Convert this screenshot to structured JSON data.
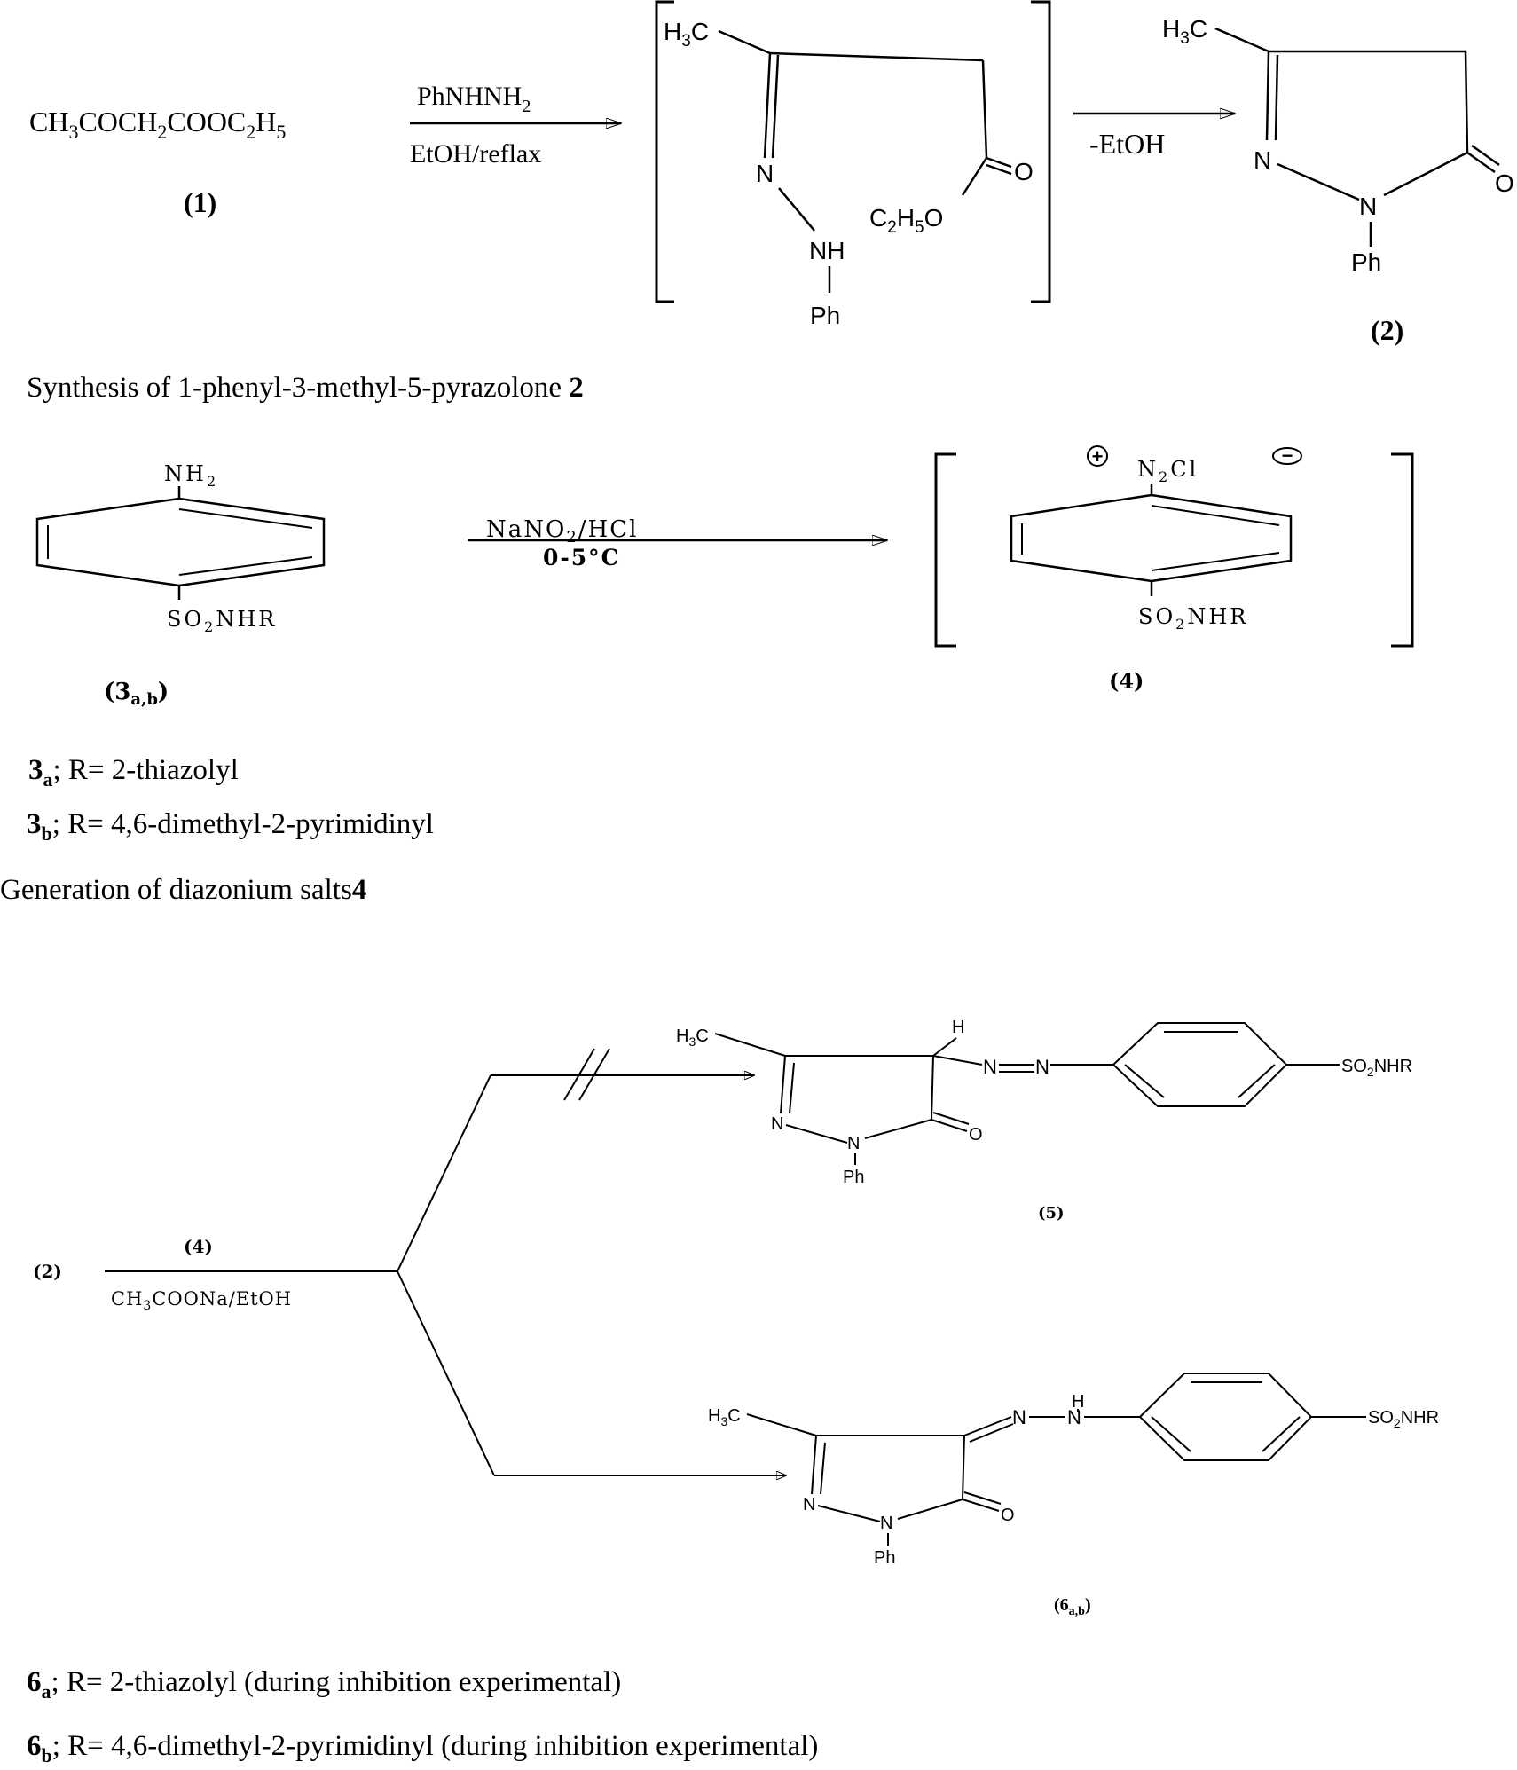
{
  "reaction1": {
    "reactant_formula": "CH3COCH2COOC2H5",
    "reactant_label": "(1)",
    "reagent_top": "PhNHNH2",
    "reagent_bottom": "EtOH/reflax",
    "intermediate": {
      "methyl": "H3C",
      "n_imine": "N",
      "nh": "NH",
      "ph": "Ph",
      "ester_o": "O",
      "ethoxy": "C2H5O"
    },
    "elimination": "-EtOH",
    "product": {
      "methyl": "H3C",
      "n1": "N",
      "n2": "N",
      "o": "O",
      "ph": "Ph"
    },
    "product_label": "(2)",
    "caption_text": "Synthesis of 1-phenyl-3-methyl-5-pyrazolone",
    "caption_num": "2"
  },
  "reaction2": {
    "reactant_top": "NH2",
    "reactant_bottom": "SO2NHR",
    "reactant_label": "(3a,b)",
    "reagent_top": "NaNO2/HCl",
    "reagent_bottom": "0-5°C",
    "product_top": "N2Cl",
    "plus_sign": "+",
    "minus_sign": "−",
    "product_bottom": "SO2NHR",
    "product_label": "(4)",
    "definitions": [
      {
        "num": "3",
        "sub": "a",
        "text": "; R= 2-thiazolyl"
      },
      {
        "num": "3",
        "sub": "b",
        "text": "; R= 4,6-dimethyl-2-pyrimidinyl"
      }
    ],
    "caption_text": "Generation of diazonium salts",
    "caption_num": "4"
  },
  "reaction3": {
    "start_label": "(2)",
    "reagent_top": "(4)",
    "reagent_bottom": "CH3COONa/EtOH",
    "product5": {
      "methyl": "H3C",
      "h": "H",
      "azo": "N=N",
      "n1": "N",
      "n2": "N",
      "o": "O",
      "ph": "Ph",
      "sulfonamide": "SO2NHR"
    },
    "product5_label": "(5)",
    "product6": {
      "methyl": "H3C",
      "h": "H",
      "hydrazone": "N-N",
      "n1": "N",
      "n2": "N",
      "o": "O",
      "ph": "Ph",
      "sulfonamide": "SO2NHR"
    },
    "product6_label": "(6a,b)",
    "definitions": [
      {
        "num": "6",
        "sub": "a",
        "text": "; R= 2-thiazolyl (during inhibition experimental)"
      },
      {
        "num": "6",
        "sub": "b",
        "text": "; R= 4,6-dimethyl-2-pyrimidinyl (during inhibition experimental)"
      }
    ]
  }
}
